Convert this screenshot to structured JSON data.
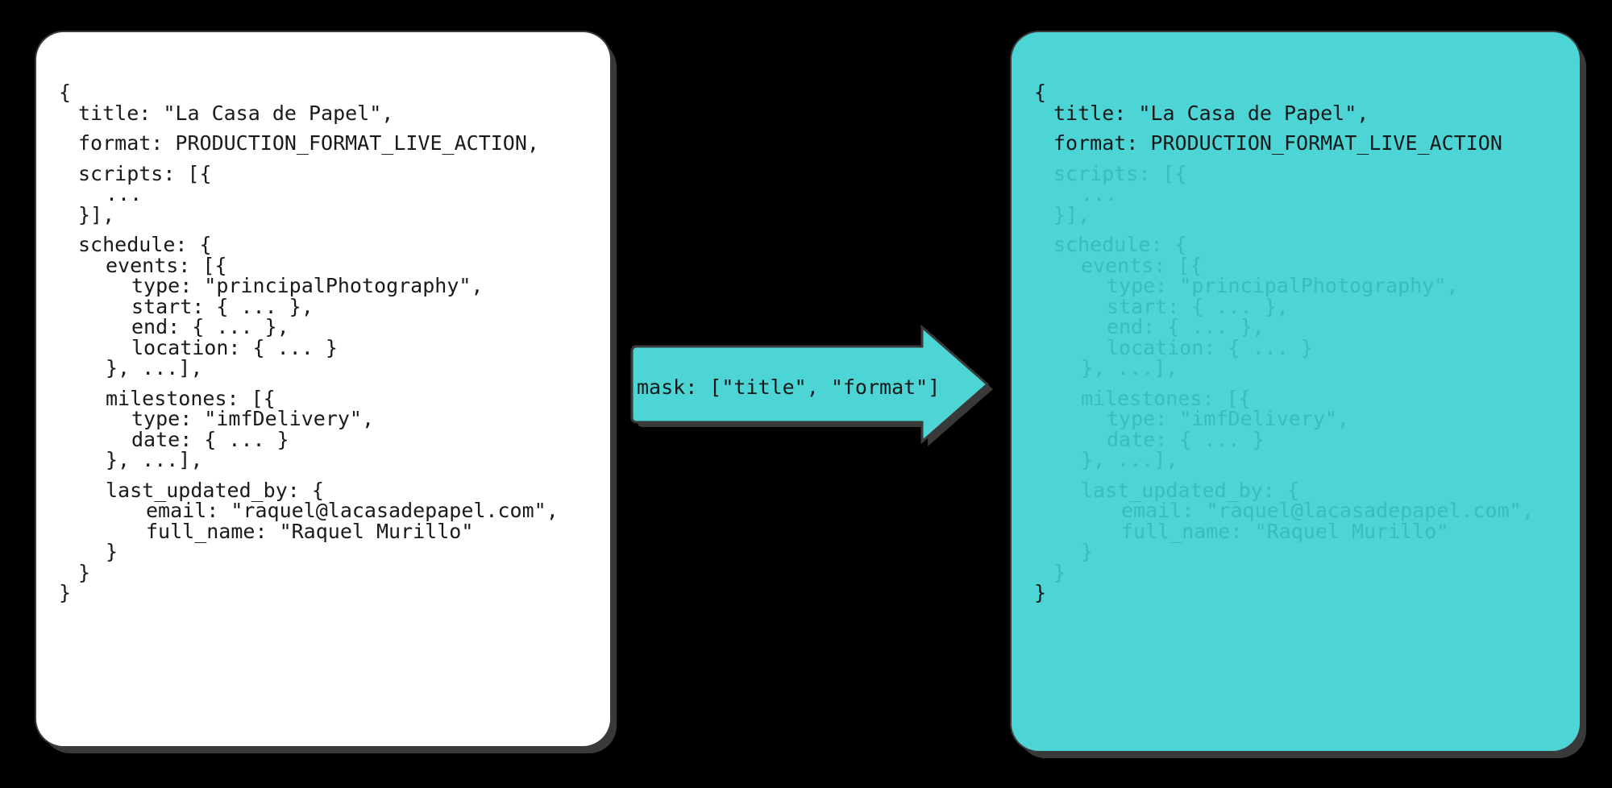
{
  "theme": {
    "background": "#000000",
    "source_card_bg": "#FFFFFF",
    "result_card_bg": "#4DD4D4",
    "source_text": "#1a1a1a",
    "result_faded_text": "#38BDBD",
    "result_highlight_text": "#16191A",
    "arrow_fill": "#4DD4D4",
    "arrow_stroke": "#3a3a3a"
  },
  "source_card": {
    "name": "source-production-object",
    "lines": [
      {
        "indent": 0,
        "text": "{"
      },
      {
        "indent": 1,
        "text": "title: \"La Casa de Papel\","
      },
      {
        "indent": 1,
        "text": "format: PRODUCTION_FORMAT_LIVE_ACTION,"
      },
      {
        "indent": 1,
        "text": "scripts: [{"
      },
      {
        "indent": 2,
        "text": "..."
      },
      {
        "indent": 1,
        "text": "}],"
      },
      {
        "indent": 1,
        "text": "schedule: {"
      },
      {
        "indent": 2,
        "text": "events: [{"
      },
      {
        "indent": 3,
        "text": "type: \"principalPhotography\","
      },
      {
        "indent": 3,
        "text": "start: { ... },"
      },
      {
        "indent": 3,
        "text": "end: { ... },"
      },
      {
        "indent": 3,
        "text": "location: { ... }"
      },
      {
        "indent": 2,
        "text": "}, ...],"
      },
      {
        "indent": 2,
        "text": "milestones: [{"
      },
      {
        "indent": 3,
        "text": "type: \"imfDelivery\","
      },
      {
        "indent": 3,
        "text": "date: { ... }"
      },
      {
        "indent": 2,
        "text": "}, ...],"
      },
      {
        "indent": 2,
        "text": "last_updated_by: {"
      },
      {
        "indent": 4,
        "text": "email: \"raquel@lacasadepapel.com\","
      },
      {
        "indent": 4,
        "text": "full_name: \"Raquel Murillo\""
      },
      {
        "indent": 2,
        "text": "}"
      },
      {
        "indent": 1,
        "text": "}"
      },
      {
        "indent": 0,
        "text": "}"
      }
    ]
  },
  "result_card": {
    "name": "masked-production-object",
    "lines": [
      {
        "indent": 0,
        "text": "{",
        "masked": false
      },
      {
        "indent": 1,
        "text": "title: \"La Casa de Papel\",",
        "masked": false
      },
      {
        "indent": 1,
        "text": "format: PRODUCTION_FORMAT_LIVE_ACTION",
        "masked": false
      },
      {
        "indent": 1,
        "text": "scripts: [{",
        "masked": true
      },
      {
        "indent": 2,
        "text": "...",
        "masked": true
      },
      {
        "indent": 1,
        "text": "}],",
        "masked": true
      },
      {
        "indent": 1,
        "text": "schedule: {",
        "masked": true
      },
      {
        "indent": 2,
        "text": "events: [{",
        "masked": true
      },
      {
        "indent": 3,
        "text": "type: \"principalPhotography\",",
        "masked": true
      },
      {
        "indent": 3,
        "text": "start: { ... },",
        "masked": true
      },
      {
        "indent": 3,
        "text": "end: { ... },",
        "masked": true
      },
      {
        "indent": 3,
        "text": "location: { ... }",
        "masked": true
      },
      {
        "indent": 2,
        "text": "}, ...],",
        "masked": true
      },
      {
        "indent": 2,
        "text": "milestones: [{",
        "masked": true
      },
      {
        "indent": 3,
        "text": "type: \"imfDelivery\",",
        "masked": true
      },
      {
        "indent": 3,
        "text": "date: { ... }",
        "masked": true
      },
      {
        "indent": 2,
        "text": "}, ...],",
        "masked": true
      },
      {
        "indent": 2,
        "text": "last_updated_by: {",
        "masked": true
      },
      {
        "indent": 4,
        "text": "email: \"raquel@lacasadepapel.com\",",
        "masked": true
      },
      {
        "indent": 4,
        "text": "full_name: \"Raquel Murillo\"",
        "masked": true
      },
      {
        "indent": 2,
        "text": "}",
        "masked": true
      },
      {
        "indent": 1,
        "text": "}",
        "masked": true
      },
      {
        "indent": 0,
        "text": "}",
        "masked": false
      }
    ]
  },
  "arrow": {
    "label": "mask: [\"title\", \"format\"]",
    "direction": "right"
  }
}
